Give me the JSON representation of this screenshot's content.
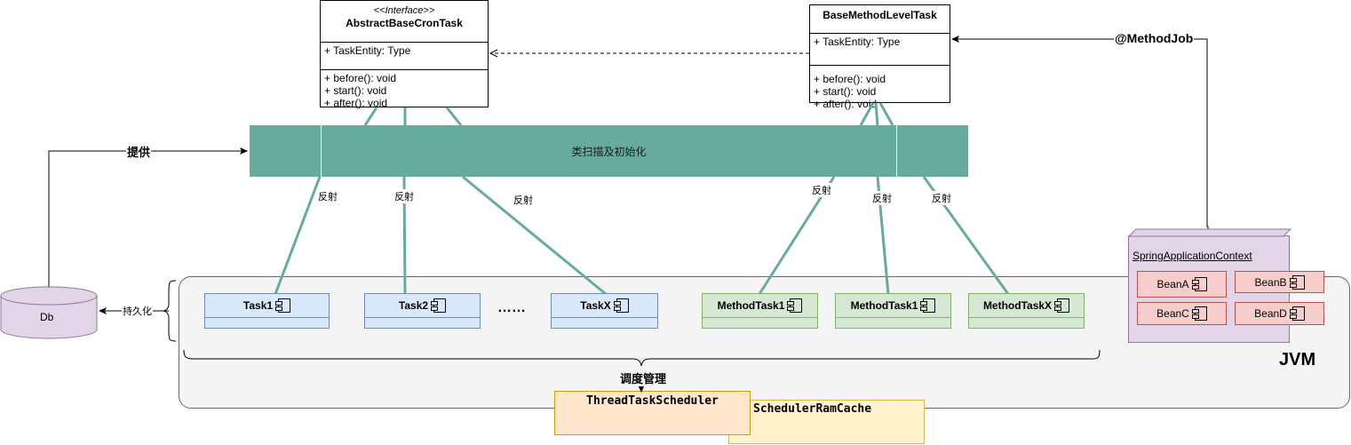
{
  "interface_class": {
    "stereotype": "<<Interface>>",
    "name": "AbstractBaseCronTask",
    "attributes": [
      "+ TaskEntity: Type"
    ],
    "methods": [
      "+ before(): void",
      "+ start(): void",
      "+ after(): void"
    ]
  },
  "method_class": {
    "name": "BaseMethodLevelTask",
    "attributes": [
      "+ TaskEntity: Type"
    ],
    "methods": [
      "+ before(): void",
      "+ start(): void",
      "+ after(): void"
    ]
  },
  "scan_bar": {
    "label": "类扫描及初始化"
  },
  "edge_labels": {
    "provide": "提供",
    "method_job": "@MethodJob",
    "persist": "持久化",
    "reflect": "反射",
    "schedule": "调度管理"
  },
  "tasks": [
    "Task1",
    "Task2",
    "TaskX"
  ],
  "ellipsis": "……",
  "method_tasks": [
    "MethodTask1",
    "MethodTask1",
    "MethodTaskX"
  ],
  "context": {
    "name": "SpringApplicationContext",
    "beans": [
      "BeanA",
      "BeanB",
      "BeanC",
      "BeanD"
    ]
  },
  "db": {
    "label": "Db"
  },
  "jvm": {
    "label": "JVM"
  },
  "scheduler": {
    "label": "ThreadTaskScheduler"
  },
  "cache": {
    "label": "SchedulerRamCache"
  },
  "colors": {
    "scan_bar": "#67ab9f",
    "task_fill": "#dae8fc",
    "method_task_fill": "#d5e8d4",
    "bean_fill": "#f8cecc",
    "context_fill": "#e1d5e7",
    "scheduler_fill": "#ffe6cc",
    "cache_fill": "#fff2cc"
  }
}
